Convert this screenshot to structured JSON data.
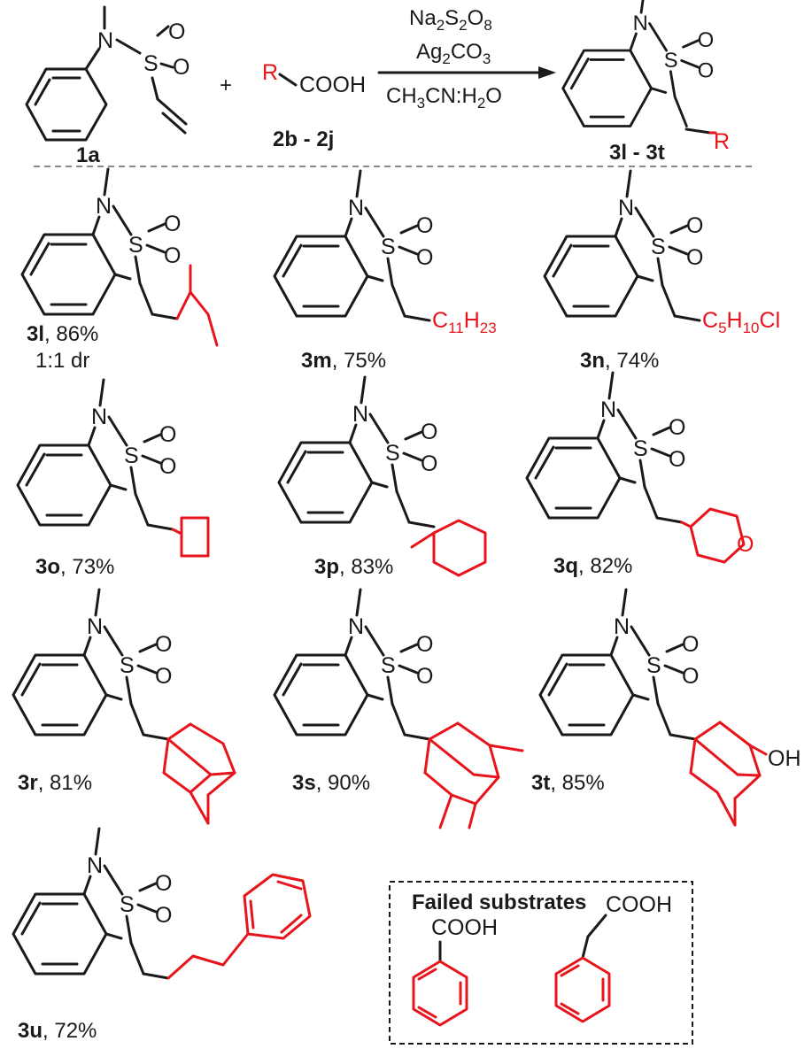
{
  "reaction": {
    "reactant1": {
      "id": "1a"
    },
    "plus": "+",
    "reactant2": {
      "r": "R",
      "cooh": "COOH",
      "id": "2b - 2j"
    },
    "conditions": {
      "reagent1": {
        "a": "Na",
        "b": "2",
        "c": "S",
        "d": "2",
        "e": "O",
        "f": "8"
      },
      "reagent2": {
        "a": "Ag",
        "b": "2",
        "c": "CO",
        "d": "3"
      },
      "solvent": {
        "a": "CH",
        "b": "3",
        "c": "CN:H",
        "d": "2",
        "e": "O"
      }
    },
    "product": {
      "id": "3l - 3t",
      "r": "R"
    }
  },
  "atoms": {
    "n": "N",
    "s": "S",
    "o": "O",
    "cooh": "COOH",
    "oh": "OH",
    "ring_o": "O"
  },
  "products": [
    {
      "bold": "3l",
      "rest": ", 86%",
      "note": "1:1 dr"
    },
    {
      "bold": "3m",
      "rest": ", 75%",
      "sub": {
        "a": "C",
        "b": "11",
        "c": "H",
        "d": "23"
      }
    },
    {
      "bold": "3n",
      "rest": ", 74%",
      "sub": {
        "a": "C",
        "b": "5",
        "c": "H",
        "d": "10",
        "e": "Cl"
      }
    },
    {
      "bold": "3o",
      "rest": ", 73%"
    },
    {
      "bold": "3p",
      "rest": ", 83%"
    },
    {
      "bold": "3q",
      "rest": ", 82%"
    },
    {
      "bold": "3r",
      "rest": ", 81%"
    },
    {
      "bold": "3s",
      "rest": ", 90%"
    },
    {
      "bold": "3t",
      "rest": ", 85%"
    },
    {
      "bold": "3u",
      "rest": ", 72%"
    }
  ],
  "failed": {
    "title": "Failed substrates"
  },
  "colors": {
    "ink": "#1a1a1a",
    "highlight": "#e8141b",
    "divider": "#8a8a8a"
  }
}
